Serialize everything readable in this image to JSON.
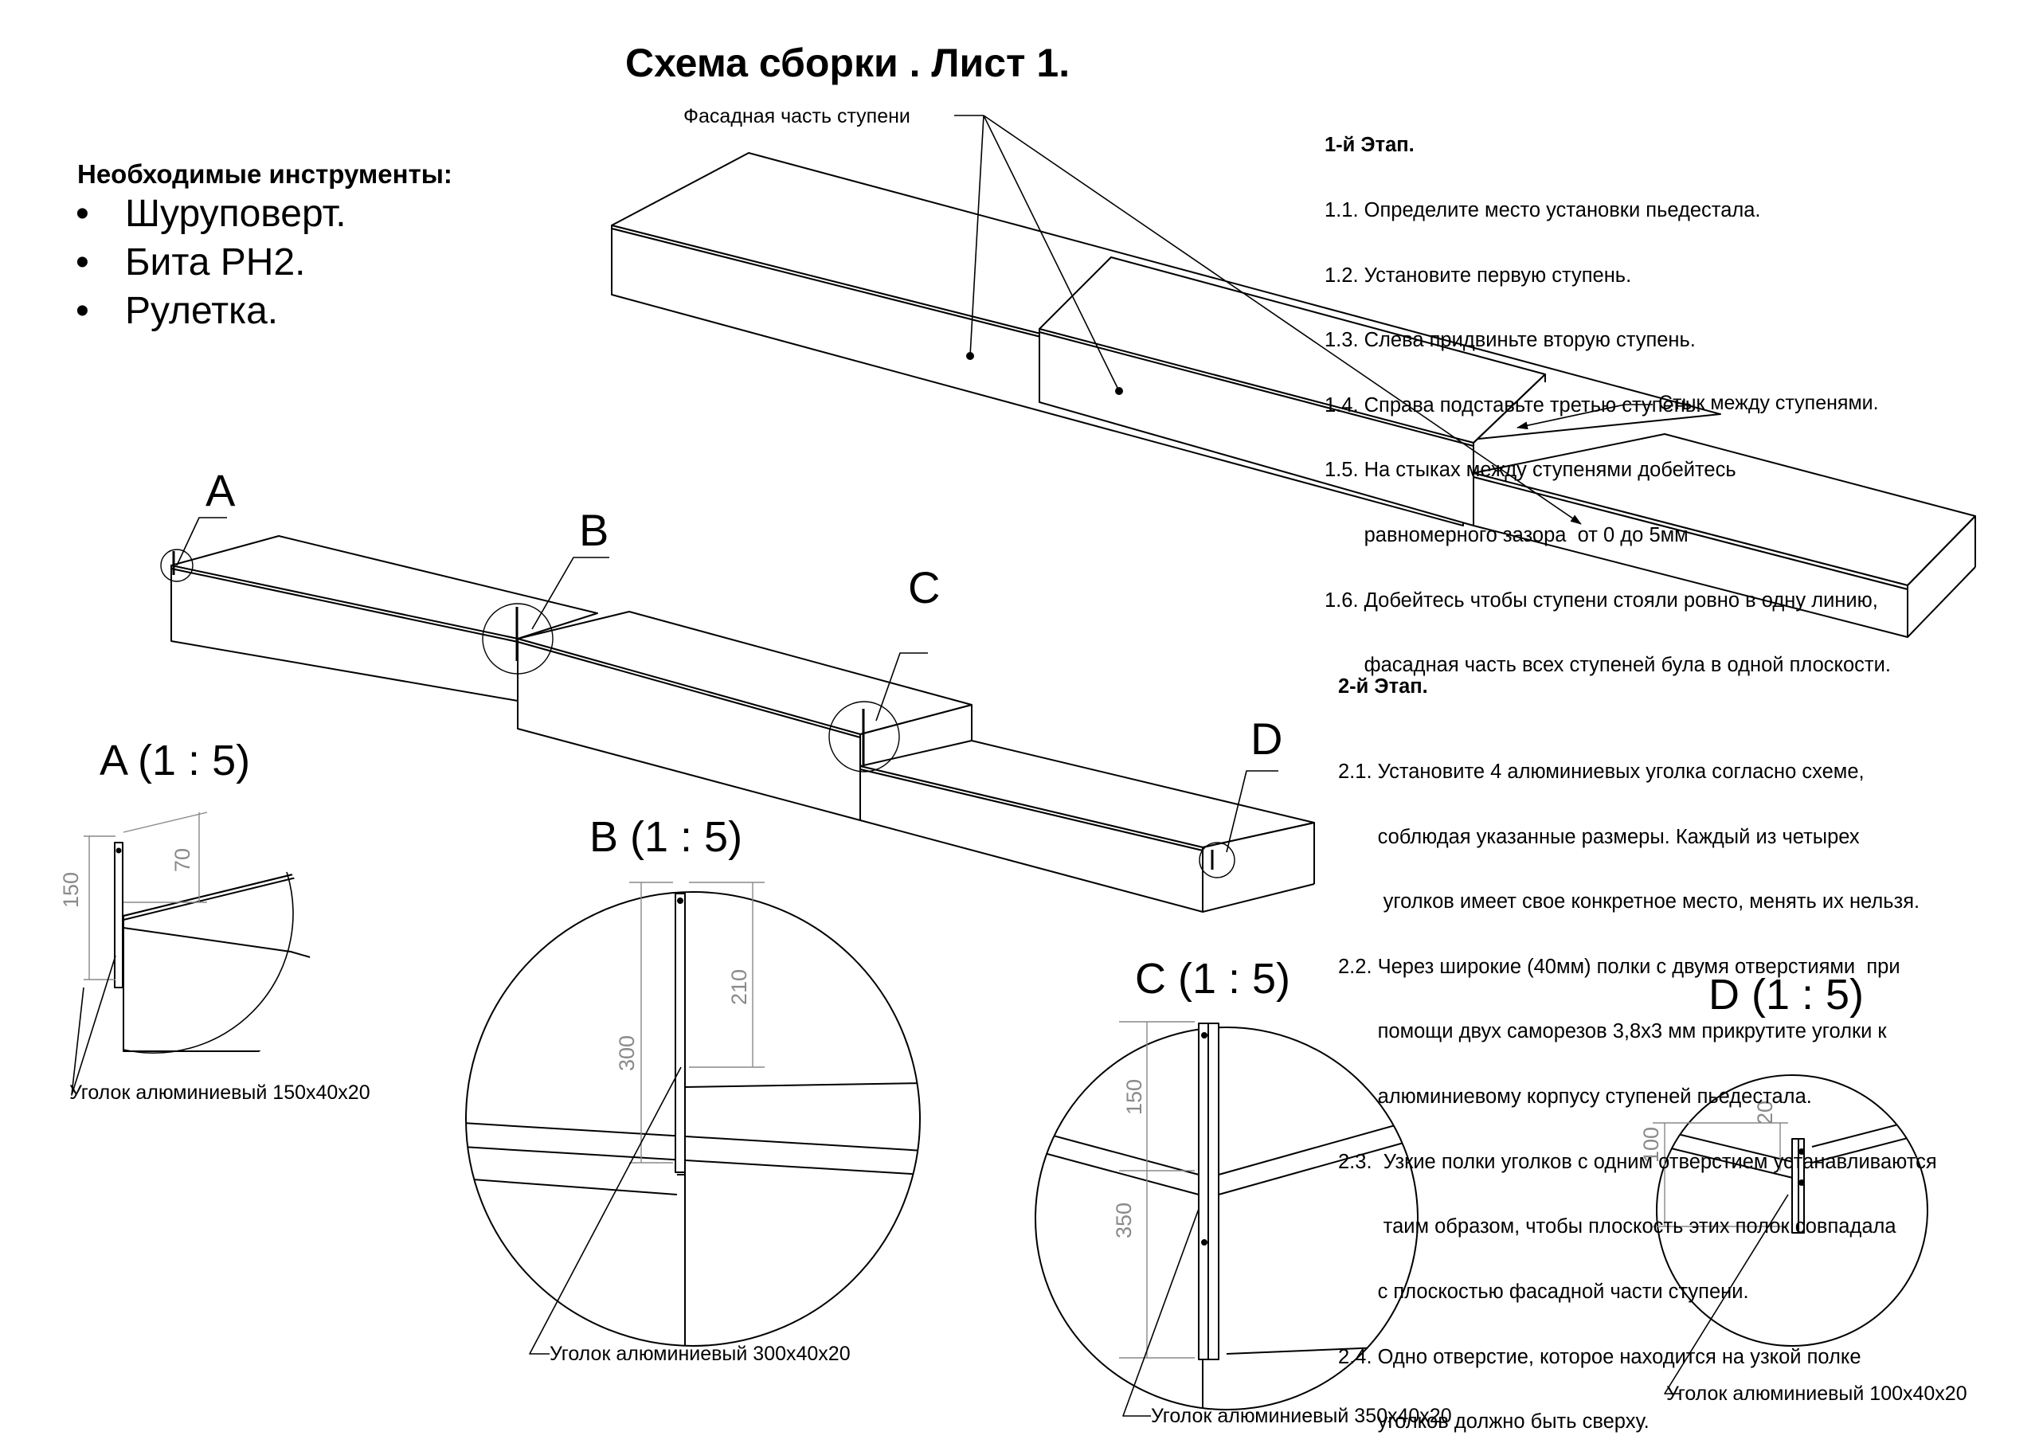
{
  "title": "Схема сборки . Лист 1.",
  "tools": {
    "heading": "Необходимые инструменты:",
    "items": [
      "Шуруповерт.",
      "Бита PH2.",
      "Рулетка."
    ]
  },
  "stage1": {
    "heading": "1-й Этап.",
    "lines": [
      "1.1. Определите место установки пьедестала.",
      "1.2. Установите первую ступень.",
      "1.3. Слева придвиньте вторую ступень.",
      "1.4. Справа подставьте третью ступень.",
      "1.5. На стыках между ступенями добейтесь",
      "       равномерного зазора  от 0 до 5мм",
      "1.6. Добейтесь чтобы ступени стояли ровно в одну линию,",
      "       фасадная часть всех ступеней була в одной плоскости."
    ]
  },
  "stage2": {
    "heading": "2-й Этап.",
    "lines": [
      "2.1. Установите 4 алюминиевых уголка согласно схеме,",
      "       соблюдая указанные размеры. Каждый из четырех",
      "        уголков имеет свое конкретное место, менять их нельзя.",
      "2.2. Через широкие (40мм) полки с двумя отверстиями  при",
      "       помощи двух саморезов 3,8х3 мм прикрутите уголки к",
      "       алюминиевому корпусу ступеней пьедестала.",
      "2.3.  Узкие полки уголков с одним отверстием устанавливаются",
      "        таим образом, чтобы плоскость этих полок совпадала",
      "       с плоскостью фасадной части ступени.",
      "2.4. Одно отверстие, которое находится на узкой полке",
      "       уголков должно быть сверху."
    ]
  },
  "labels": {
    "facade": "Фасадная часть ступени",
    "joint": "Стык между ступенями."
  },
  "callouts": [
    "A",
    "B",
    "C",
    "D"
  ],
  "details": [
    {
      "id": "A",
      "title": "A (1 : 5)",
      "dims": [
        "150",
        "70"
      ],
      "part": "Уголок алюминиевый 150x40x20"
    },
    {
      "id": "B",
      "title": "B (1 : 5)",
      "dims": [
        "300",
        "210"
      ],
      "part": "Уголок алюминиевый 300x40x20"
    },
    {
      "id": "C",
      "title": "C (1 : 5)",
      "dims": [
        "150",
        "350"
      ],
      "part": "Уголок алюминиевый 350x40x20"
    },
    {
      "id": "D",
      "title": "D (1 : 5)",
      "dims": [
        "100",
        "20"
      ],
      "part": "Уголок алюминиевый 100x40x20"
    }
  ]
}
